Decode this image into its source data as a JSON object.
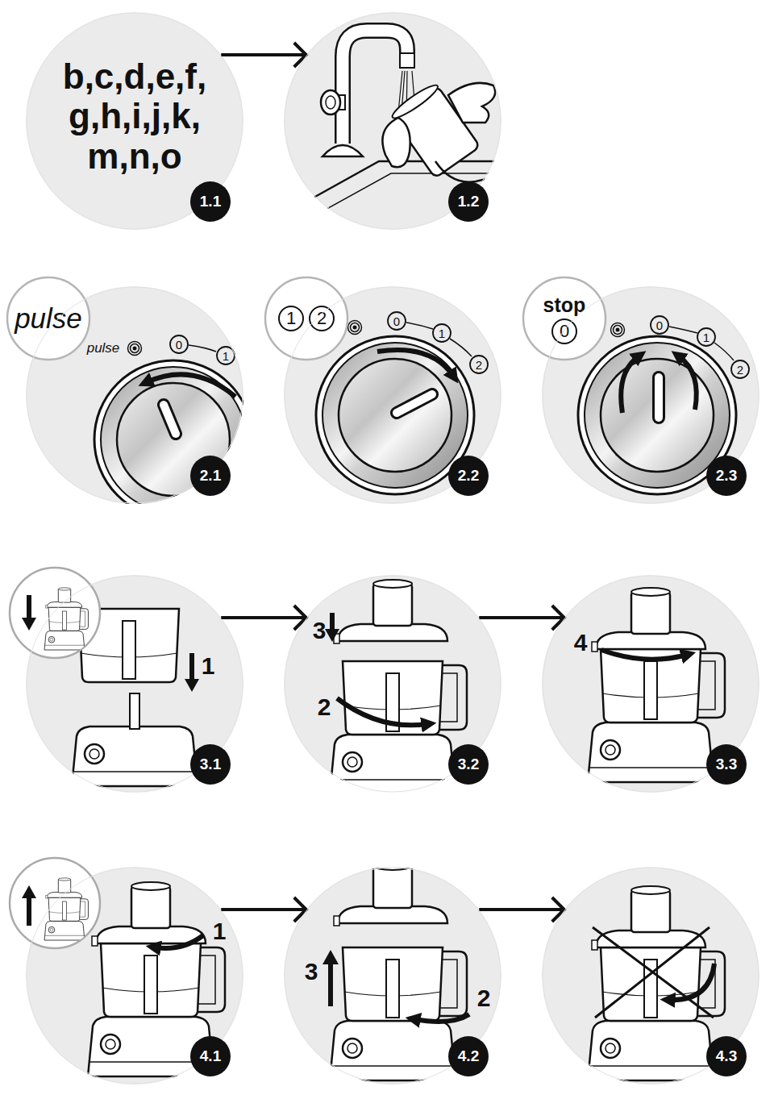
{
  "diagram": {
    "nodes": [
      {
        "text": [
          "b,c,d,e,f, g,h,i,j,k, m,n,o",
          "1.1"
        ]
      },
      {
        "text": [
          "1.2"
        ]
      },
      {
        "text": [
          "pulse"
        ]
      },
      {
        "text": [
          "2.1"
        ]
      },
      {
        "text": [
          "1",
          "2"
        ]
      },
      {
        "text": [
          "2.2"
        ]
      },
      {
        "text": [
          "stop",
          "0"
        ]
      },
      {
        "text": [
          "2.3"
        ]
      },
      {
        "text": [
          "3.1"
        ]
      },
      {
        "text": [
          "3.2"
        ]
      },
      {
        "text": [
          "3.3"
        ]
      },
      {
        "text": [
          "4.1"
        ]
      },
      {
        "text": [
          "4.2"
        ]
      },
      {
        "text": [
          "4.3"
        ]
      }
    ],
    "edges": [
      {
        "from": 0,
        "to": 1,
        "arrow": "to"
      },
      {
        "from": 8,
        "to": 9,
        "arrow": "to"
      },
      {
        "from": 9,
        "to": 10,
        "arrow": "to"
      },
      {
        "from": 11,
        "to": 12,
        "arrow": "to"
      },
      {
        "from": 12,
        "to": 13,
        "arrow": "to"
      }
    ],
    "labels": [
      "pulse",
      "0",
      "1",
      "0",
      "1",
      "2",
      "0",
      "1",
      "2",
      "1",
      "3",
      "2",
      "4",
      "1",
      "3",
      "2"
    ]
  }
}
